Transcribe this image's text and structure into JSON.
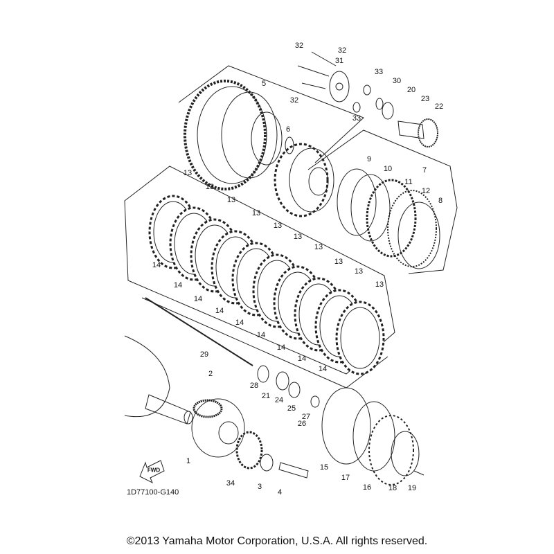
{
  "diagram": {
    "callouts": [
      "32",
      "32",
      "31",
      "33",
      "30",
      "20",
      "23",
      "22",
      "32",
      "33",
      "5",
      "6",
      "9",
      "10",
      "7",
      "11",
      "12",
      "8",
      "13",
      "13",
      "13",
      "13",
      "13",
      "13",
      "13",
      "13",
      "13",
      "13",
      "14",
      "14",
      "14",
      "14",
      "14",
      "14",
      "14",
      "14",
      "14",
      "29",
      "2",
      "28",
      "21",
      "24",
      "25",
      "27",
      "26",
      "1",
      "34",
      "3",
      "4",
      "15",
      "17",
      "16",
      "18",
      "19"
    ],
    "fwd_label": "FWD",
    "diagram_code": "1D77100-G140"
  },
  "footer": {
    "copyright": "©2013 Yamaha Motor Corporation, U.S.A. All rights reserved."
  }
}
